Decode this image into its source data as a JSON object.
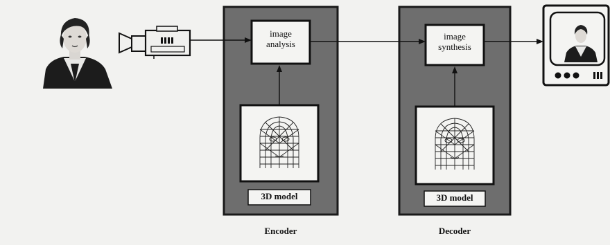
{
  "encoder": {
    "caption": "Encoder",
    "analysis_line1": "image",
    "analysis_line2": "analysis",
    "model_label": "3D model"
  },
  "decoder": {
    "caption": "Decoder",
    "synthesis_line1": "image",
    "synthesis_line2": "synthesis",
    "model_label": "3D model"
  },
  "icons": {
    "source_person": "person-portrait-icon",
    "camera": "video-camera-icon",
    "encoder_mesh": "wireframe-head-icon",
    "decoder_mesh": "wireframe-head-icon",
    "display": "tv-monitor-icon"
  },
  "colors": {
    "panel": "#6e6e6e",
    "panel_border": "#1a1a1a",
    "box_fill": "#f4f4f2",
    "ink": "#111111"
  }
}
